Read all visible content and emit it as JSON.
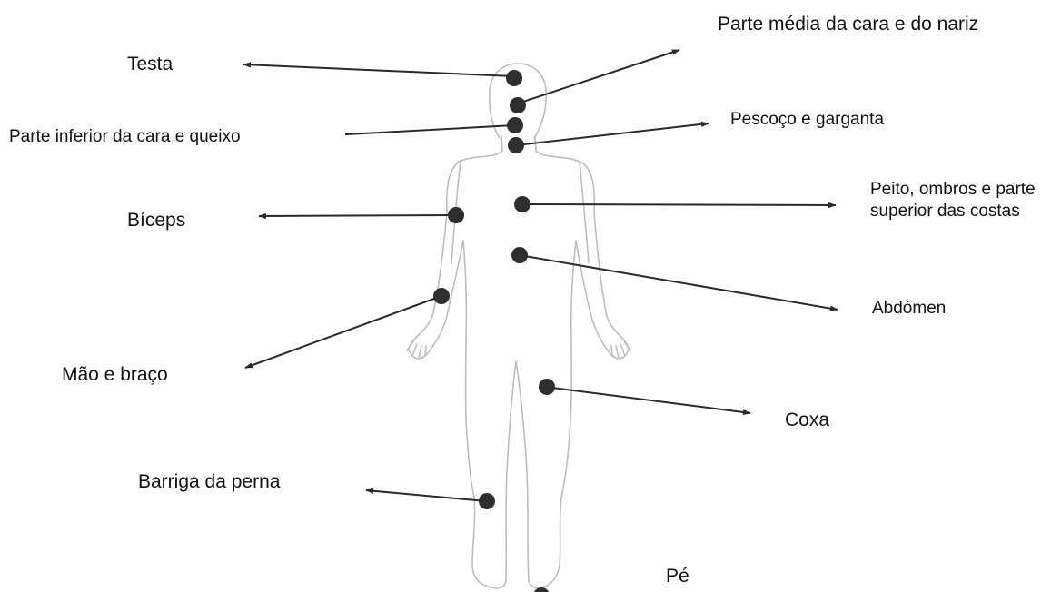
{
  "colors": {
    "dot": "#2e2e2e",
    "arrow": "#2a2a2a",
    "body_outline": "#bdbdbd",
    "text": "#111111"
  },
  "labels": {
    "testa": "Testa",
    "parte_media": "Parte média da cara e do nariz",
    "parte_inferior": "Parte inferior da cara e queixo",
    "pescoco": "Pescoço e garganta",
    "biceps": "Bíceps",
    "peito": "Peito, ombros e parte superior das costas",
    "abdomen": "Abdómen",
    "mao": "Mão e braço",
    "coxa": "Coxa",
    "barriga_perna": "Barriga da perna",
    "pe": "Pé"
  }
}
